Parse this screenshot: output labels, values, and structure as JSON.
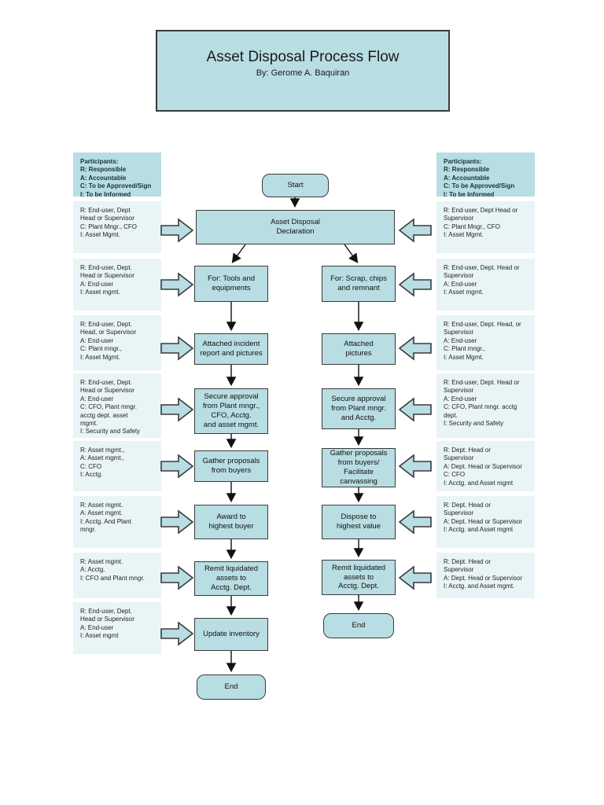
{
  "title": {
    "heading": "Asset Disposal Process Flow",
    "byline": "By: Gerome A. Baquiran"
  },
  "participants_legend": "Participants:\nR: Responsible\nA: Accountable\nC: To be Approved/Sign\nI: To be Informed",
  "left_column": {
    "blocks": [
      "R: End-user, Dept\nHead or Supervisor\nC: Plant Mngr., CFO\nI: Asset Mgmt.",
      "R: End-user, Dept.\nHead or Supervisor\nA: End-user\nI: Asset mgmt.",
      "R: End-user, Dept.\nHead, or Supervisor\nA: End-user\nC: Plant mngr.,\nI: Asset Mgmt.",
      "R: End-user, Dept.\nHead or Supervisor\nA: End-user\nC: CFO, Plant mngr.\nacctg dept. asset\nmgmt.\nI: Security and Safety",
      "R: Asset mgmt.,\nA: Asset mgmt.,\nC: CFO\nI: Acctg.",
      "R: Asset mgmt.\nA: Asset mgmt.\nI: Acctg. And Plant\nmngr.",
      "R: Asset mgmt.\nA: Acctg.\nI: CFO and Plant mngr.",
      "R: End-user, Dept.\nHead or Supervisor\nA: End-user\nI: Asset mgmt"
    ]
  },
  "right_column": {
    "blocks": [
      "R: End-user, Dept Head or\nSupervisor\nC: Plant Mngr., CFO\nI: Asset Mgmt.",
      "R: End-user, Dept. Head or\nSupervisor\nA: End-user\nI: Asset mgmt.",
      "R: End-user, Dept. Head, or\nSupervisor\nA: End-user\nC: Plant mngr.,\nI: Asset Mgmt.",
      "R: End-user, Dept. Head or\nSupervisor\nA: End-user\nC: CFO, Plant mngr. acctg\ndept.\nI: Security and Safety",
      "R: Dept. Head or\nSupervisor\nA: Dept. Head or Supervisor\nC: CFO\nI: Acctg. and Asset mgmt",
      "R: Dept. Head or\nSupervisor\nA: Dept. Head or Supervisor\nI: Acctg. and Asset mgmt",
      "R: Dept. Head or\nSupervisor\nA: Dept. Head or Supervisor\nI: Acctg. and Asset mgmt."
    ]
  },
  "flow": {
    "start": "Start",
    "declaration": "Asset Disposal\nDeclaration",
    "left_branch": [
      "For: Tools and\nequipments",
      "Attached incident\nreport and pictures",
      "Secure approval\nfrom Plant mngr.,\nCFO, Acctg.\nand asset mgmt.",
      "Gather proposals\nfrom buyers",
      "Award to\nhighest buyer",
      "Remit liquidated\nassets to\nAcctg. Dept.",
      "Update inventory",
      "End"
    ],
    "right_branch": [
      "For: Scrap, chips\nand remnant",
      "Attached\npictures",
      "Secure approval\nfrom Plant mngr.\nand Acctg.",
      "Gather proposals\nfrom buyers/\nFacilitate\ncanvassing",
      "Dispose to\nhighest value",
      "Remit liquidated\nassets to\nAcctg. Dept.",
      "End"
    ]
  },
  "colors": {
    "box_fill": "#b8dde2",
    "annotation_fill": "#e9f4f6",
    "outline": "#3a3a3a",
    "page_background": "#ffffff"
  }
}
